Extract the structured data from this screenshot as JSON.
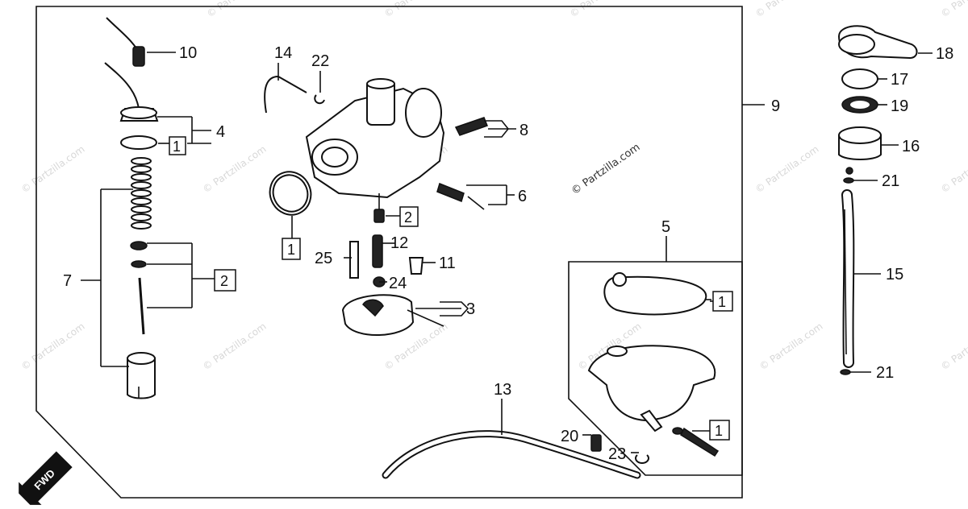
{
  "callouts": {
    "c3": "3",
    "c4": "4",
    "c5": "5",
    "c6": "6",
    "c7": "7",
    "c8": "8",
    "c9": "9",
    "c10": "10",
    "c11": "11",
    "c12": "12",
    "c13": "13",
    "c14": "14",
    "c15": "15",
    "c16": "16",
    "c17": "17",
    "c18": "18",
    "c19": "19",
    "c20": "20",
    "c21a": "21",
    "c21b": "21",
    "c22": "22",
    "c23": "23",
    "c24": "24",
    "c25": "25"
  },
  "kit_boxes": {
    "k1_petcock": "1",
    "k2_needle": "2",
    "k2_jet": "2",
    "k1_oring": "1",
    "k1_bowl_gasket": "1",
    "k1_drain": "1"
  },
  "watermarks": {
    "brand": "© Partzilla.com"
  },
  "fwd_badge": "FWD",
  "colors": {
    "ink": "#111111",
    "paper": "#ffffff",
    "watermark": "#d8d8d8"
  }
}
